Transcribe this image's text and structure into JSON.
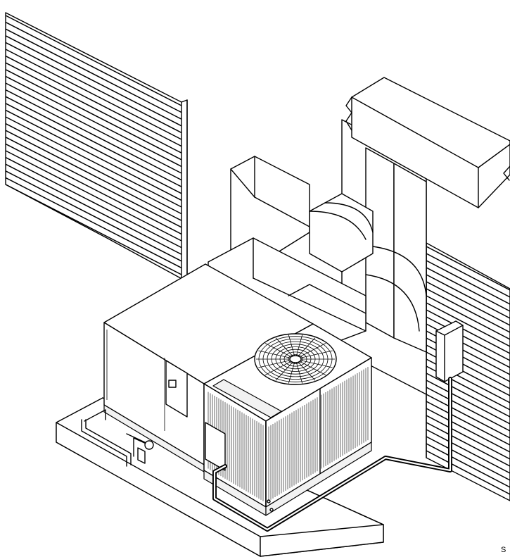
{
  "figure": {
    "code_label": "S"
  },
  "components": [
    "left-wall-siding",
    "right-wall-siding",
    "concrete-pad",
    "packaged-unit",
    "condenser-fan",
    "coil-guard",
    "supply-duct",
    "return-duct",
    "disconnect-box",
    "electrical-conduit",
    "gas-piping"
  ]
}
